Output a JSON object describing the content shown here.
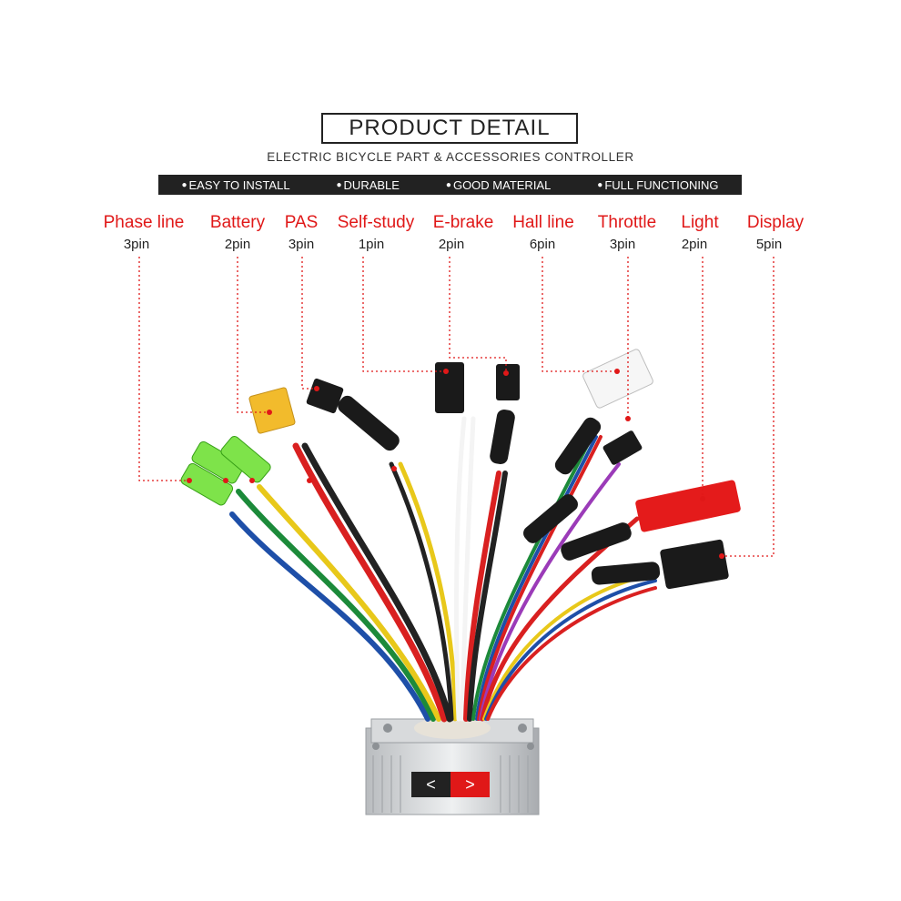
{
  "header": {
    "title": "PRODUCT  DETAIL",
    "subtitle": "ELECTRIC BICYCLE PART & ACCESSORIES CONTROLLER"
  },
  "features": [
    {
      "label": "EASY TO INSTALL"
    },
    {
      "label": "DURABLE"
    },
    {
      "label": "GOOD MATERIAL"
    },
    {
      "label": "FULL FUNCTIONING"
    }
  ],
  "connectors": [
    {
      "name": "Phase line",
      "pins": "3pin"
    },
    {
      "name": "Battery",
      "pins": "2pin"
    },
    {
      "name": "PAS",
      "pins": "3pin"
    },
    {
      "name": "Self-study",
      "pins": "1pin"
    },
    {
      "name": "E-brake",
      "pins": "2pin"
    },
    {
      "name": "Hall line",
      "pins": "6pin"
    },
    {
      "name": "Throttle",
      "pins": "3pin"
    },
    {
      "name": "Light",
      "pins": "2pin"
    },
    {
      "name": "Display",
      "pins": "5pin"
    }
  ],
  "navigation": {
    "prev_label": "<",
    "next_label": ">"
  },
  "colors": {
    "accent_red": "#e01818",
    "dark": "#222222"
  }
}
